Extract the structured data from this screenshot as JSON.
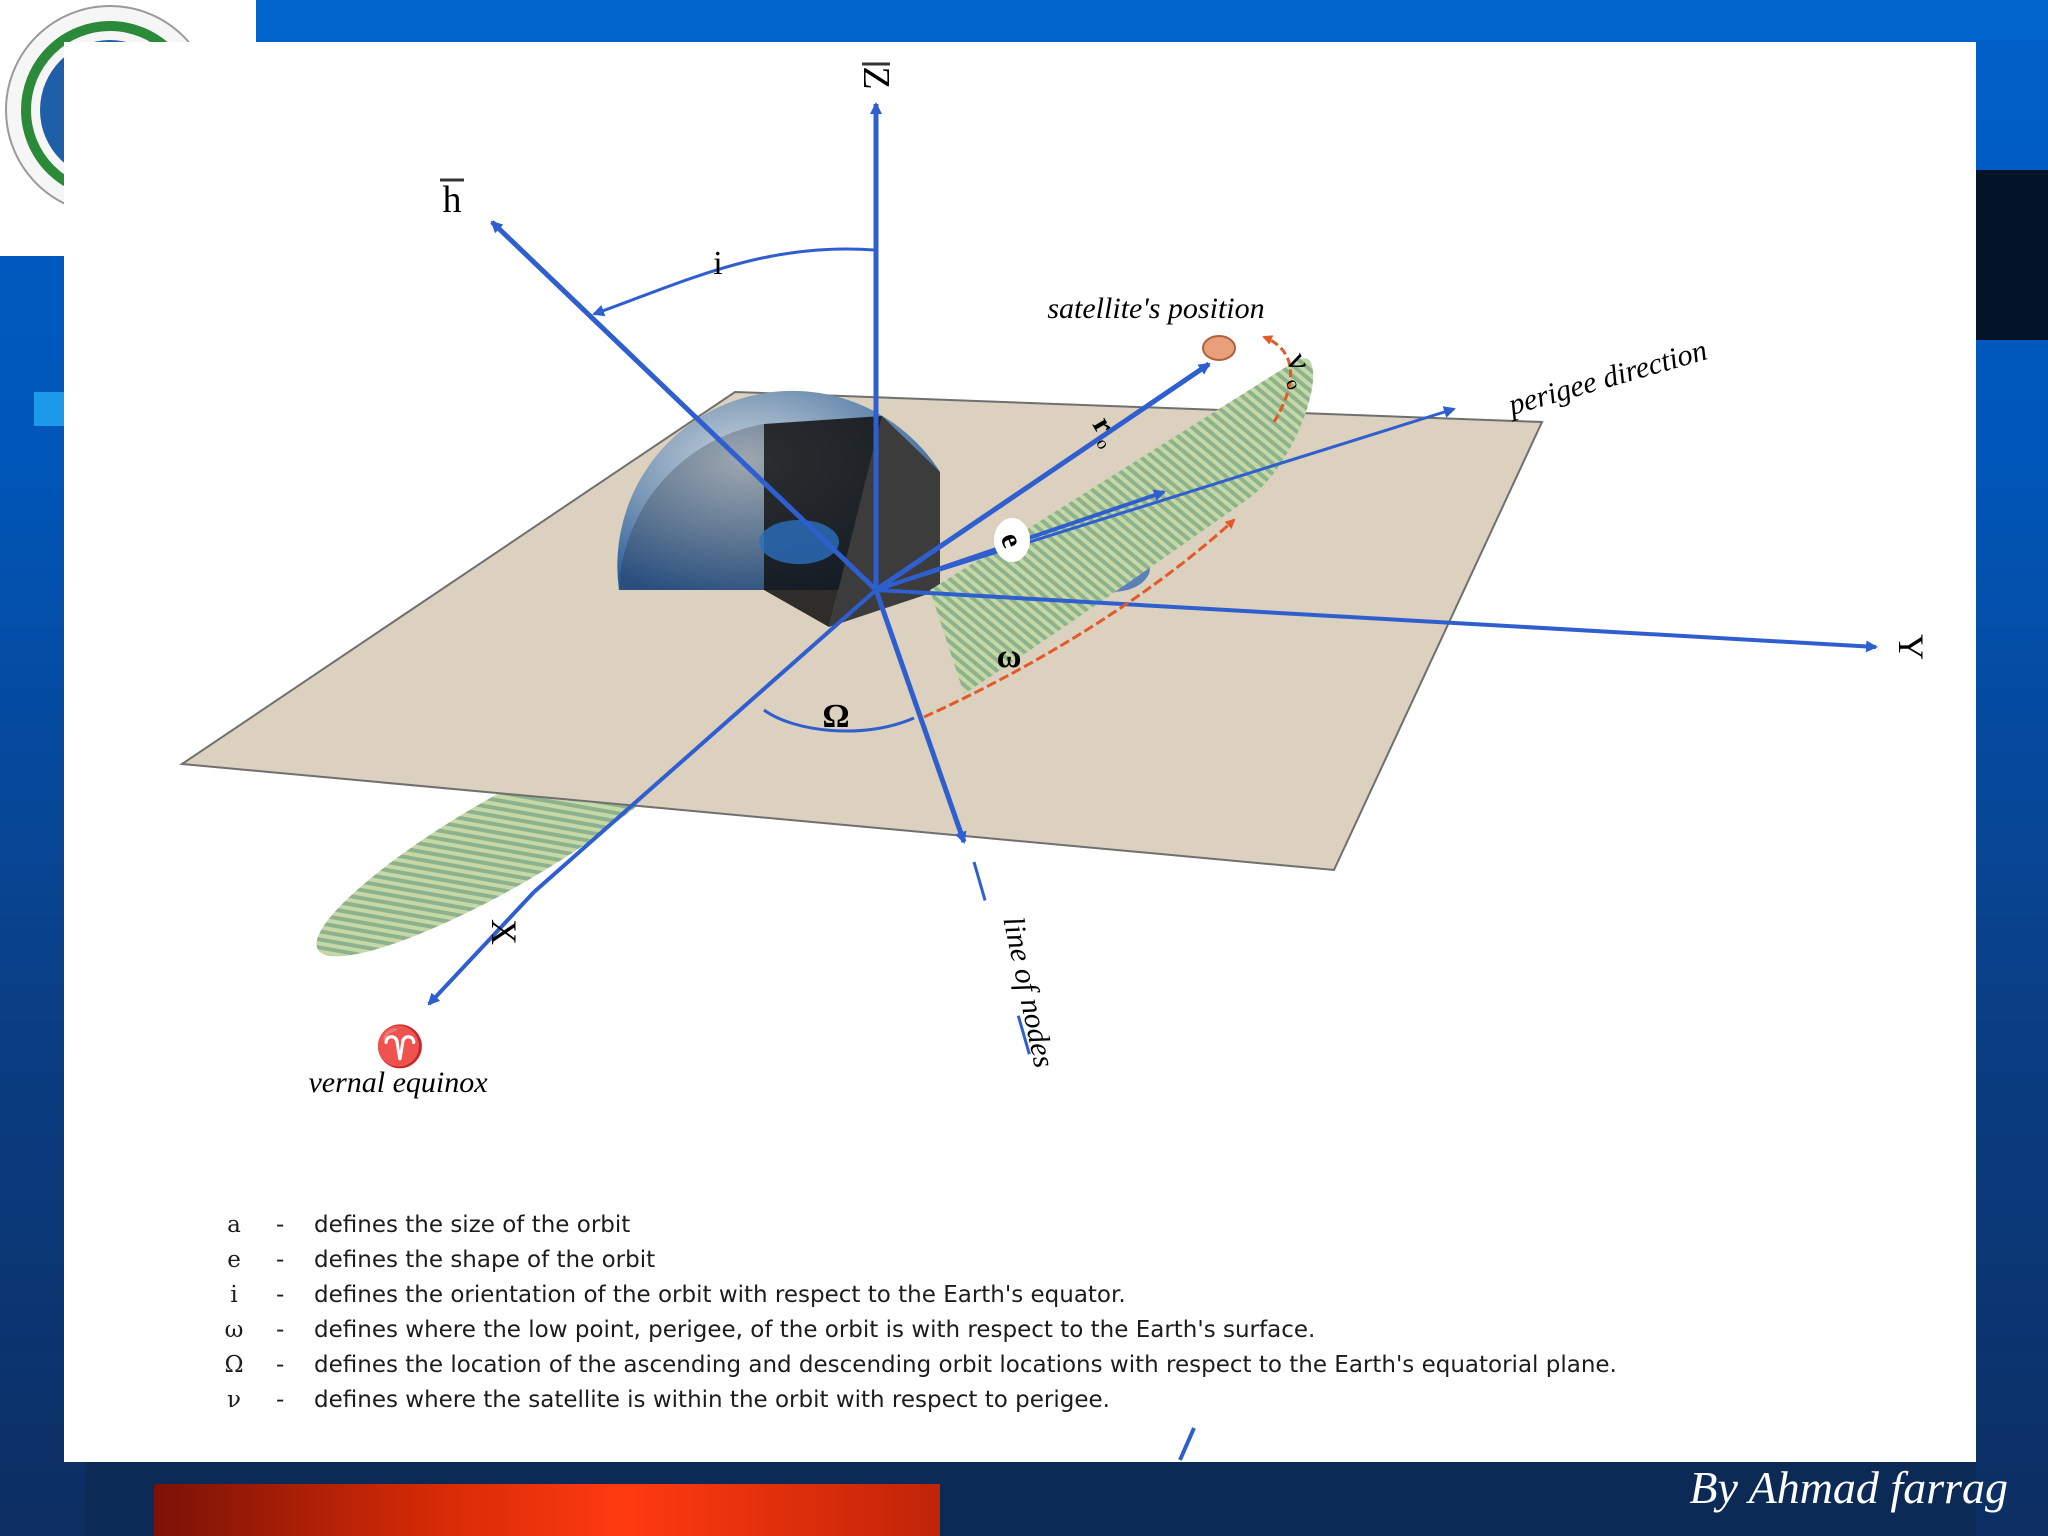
{
  "diagram": {
    "axes": {
      "z": "Z",
      "y": "Y",
      "x": "X",
      "h": "h"
    },
    "angles": {
      "inclination": "i",
      "raan": "Ω",
      "arg_perigee": "ω",
      "true_anomaly": "ν",
      "true_anomaly_sub": "o"
    },
    "vectors": {
      "position": "r",
      "position_sub": "o",
      "eccentricity": "e"
    },
    "labels": {
      "satellite_position": "satellite's position",
      "perigee_direction": "perigee direction",
      "line_of_nodes": "line of nodes",
      "vernal_equinox_symbol": "♈",
      "vernal_equinox": "vernal equinox"
    }
  },
  "legend": [
    {
      "symbol": "a",
      "dash": "-",
      "text": "defines the size of the orbit"
    },
    {
      "symbol": "e",
      "dash": "-",
      "text": "defines the shape of the orbit"
    },
    {
      "symbol": "i",
      "dash": "-",
      "text": "defines the orientation of the orbit with respect to the Earth's equator."
    },
    {
      "symbol": "ω",
      "dash": "-",
      "text": "defines where the low point, perigee, of the orbit is with respect to the Earth's surface."
    },
    {
      "symbol": "Ω",
      "dash": "-",
      "text": "defines the location of the ascending and descending orbit locations with respect to the Earth's equatorial plane."
    },
    {
      "symbol": "ν",
      "dash": "-",
      "text": "defines where the satellite is within the orbit with respect to perigee."
    }
  ],
  "footer": {
    "author": "By Ahmad farrag"
  },
  "colors": {
    "axis": "#2f5fcf",
    "plane": "#dcd0be",
    "orbit_green": "#7fa884",
    "red_arc": "#e05a2a"
  }
}
